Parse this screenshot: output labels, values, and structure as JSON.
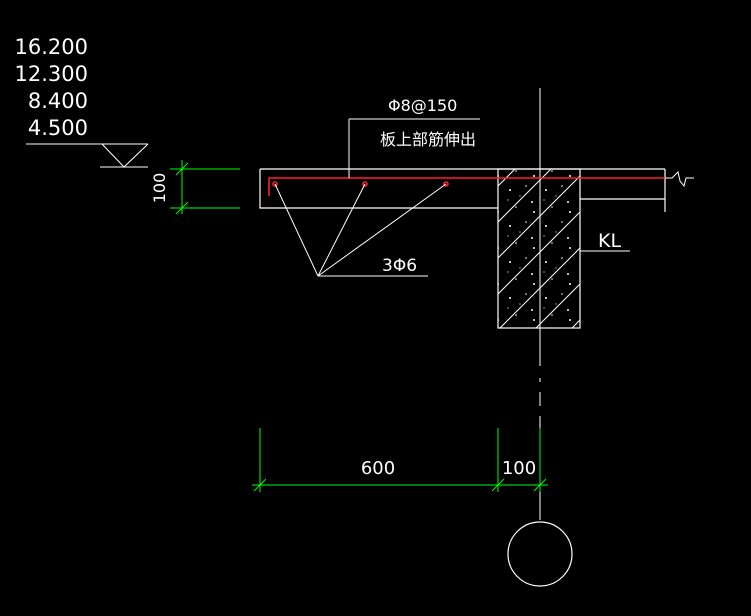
{
  "elevations": [
    "16.200",
    "12.300",
    "8.400",
    "4.500"
  ],
  "slab_thickness_dim": "100",
  "top_rebar": {
    "spec": "Φ8@150",
    "note": "板上部筋伸出"
  },
  "distribution_bars": "3Φ6",
  "beam_label": "KL",
  "dims": {
    "cantilever": "600",
    "offset": "100"
  },
  "colors": {
    "background": "#000000",
    "linework": "#ffffff",
    "dimension": "#00ff00",
    "rebar": "#ff2020"
  }
}
